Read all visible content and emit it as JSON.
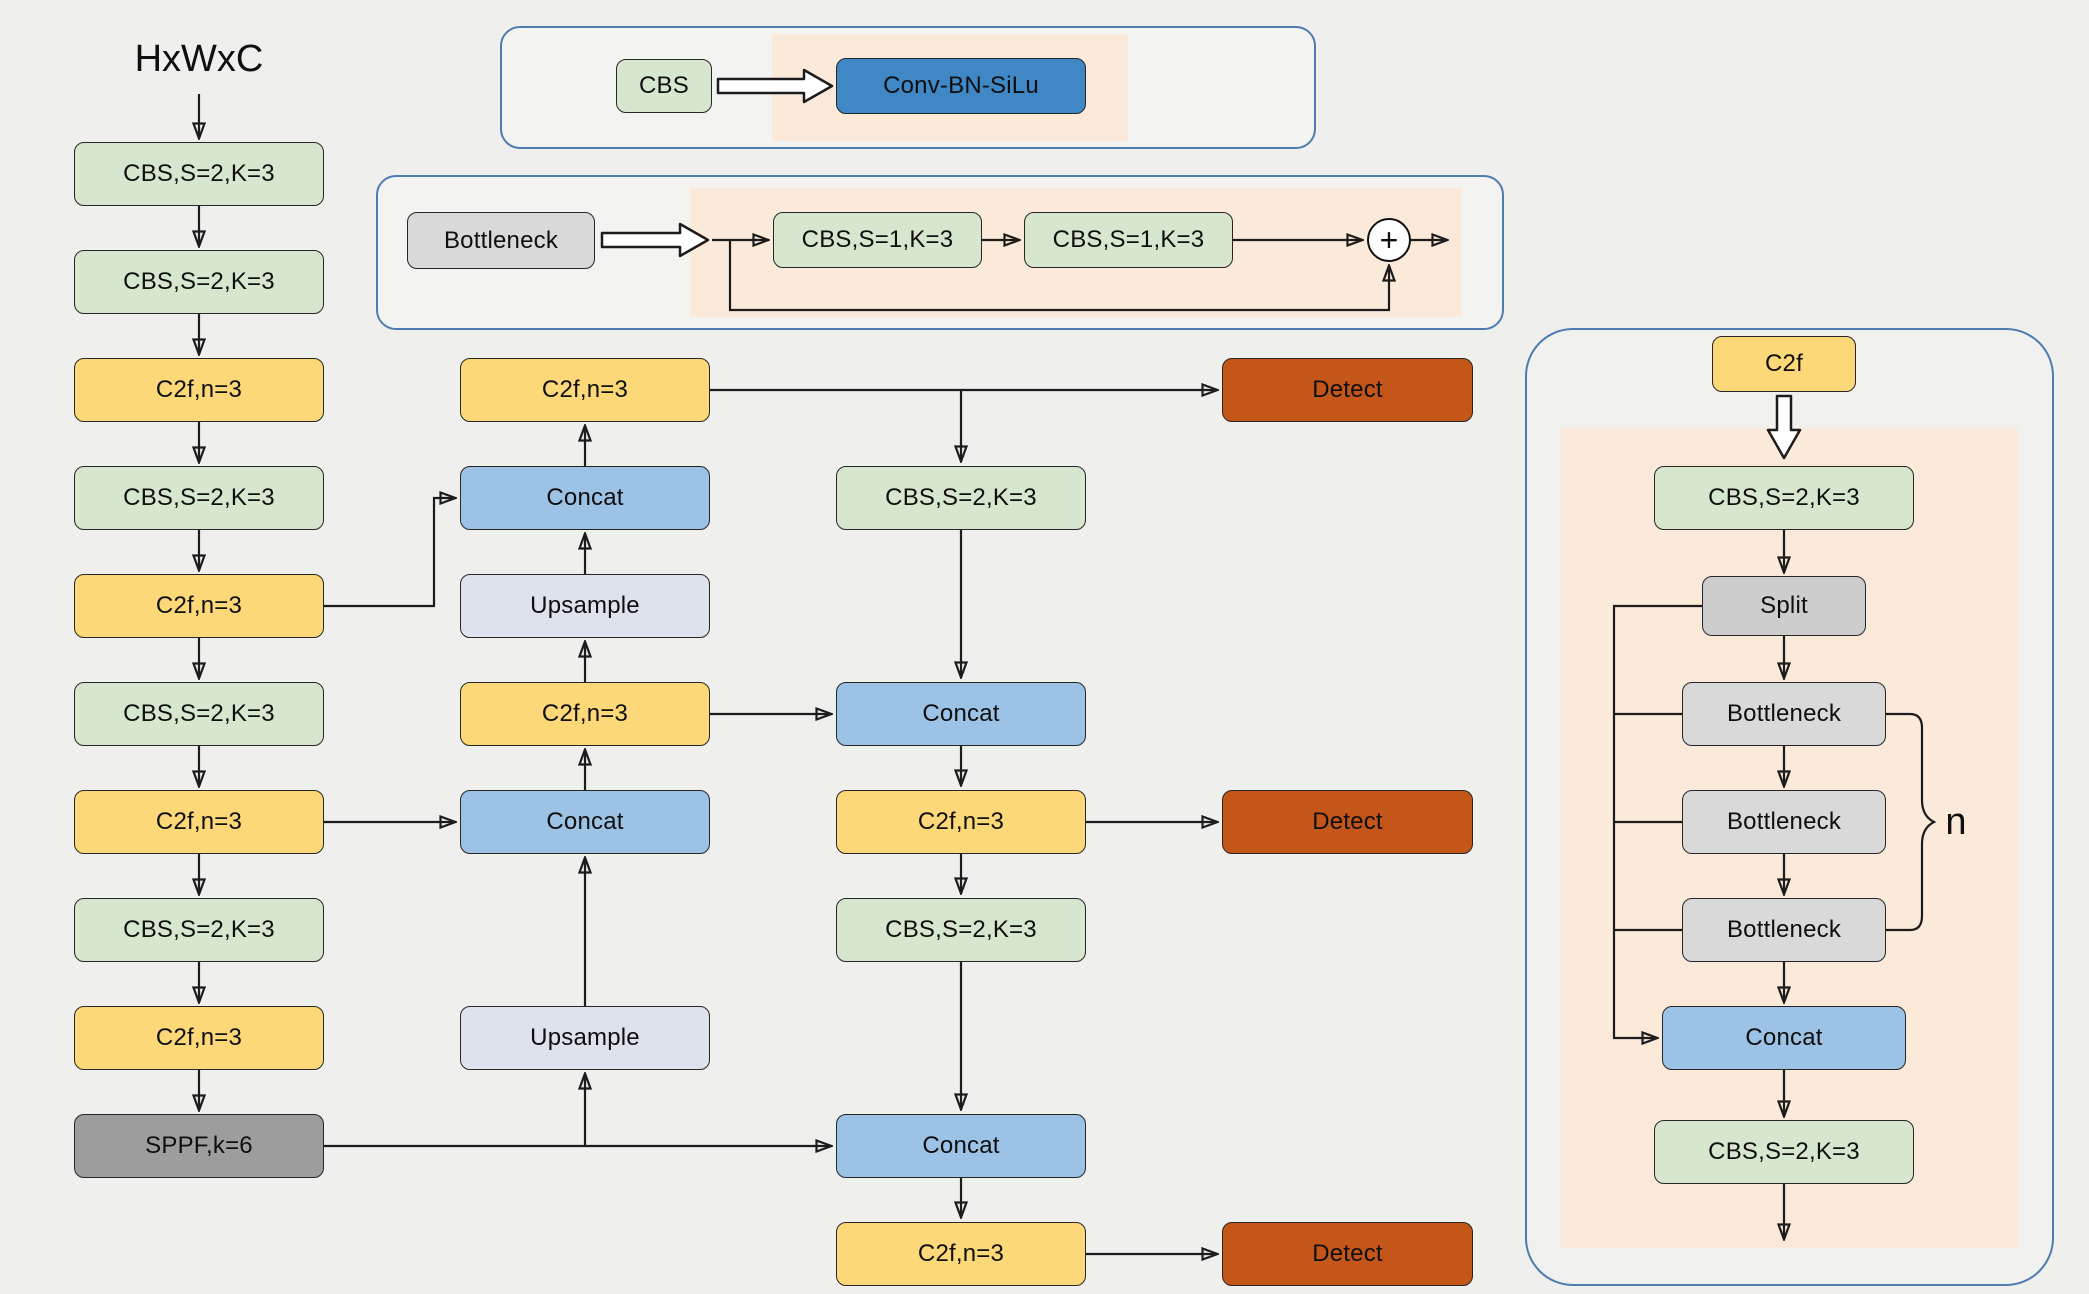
{
  "diagram": {
    "input_label": "HxWxC",
    "backbone": [
      "CBS,S=2,K=3",
      "CBS,S=2,K=3",
      "C2f,n=3",
      "CBS,S=2,K=3",
      "C2f,n=3",
      "CBS,S=2,K=3",
      "C2f,n=3",
      "CBS,S=2,K=3",
      "C2f,n=3",
      "SPPF,k=6"
    ],
    "neck_mid": [
      "C2f,n=3",
      "Concat",
      "Upsample",
      "C2f,n=3",
      "Concat",
      "Upsample"
    ],
    "neck_right": [
      "CBS,S=2,K=3",
      "Concat",
      "C2f,n=3",
      "CBS,S=2,K=3",
      "Concat",
      "C2f,n=3"
    ],
    "detect_heads": [
      "Detect",
      "Detect",
      "Detect"
    ]
  },
  "legend_cbs": {
    "source": "CBS",
    "expansion": "Conv-BN-SiLu"
  },
  "legend_bottleneck": {
    "source": "Bottleneck",
    "cbs_first": "CBS,S=1,K=3",
    "cbs_second": "CBS,S=1,K=3",
    "plus": "+"
  },
  "c2f_panel": {
    "title": "C2f",
    "cbs_top": "CBS,S=2,K=3",
    "split": "Split",
    "bottlenecks": [
      "Bottleneck",
      "Bottleneck",
      "Bottleneck"
    ],
    "concat": "Concat",
    "cbs_bottom": "CBS,S=2,K=3",
    "repeat_label": "n"
  },
  "colors": {
    "cbs_green": "#d7e7cf",
    "c2f_yellow": "#fcd879",
    "concat_blue": "#9cc2e5",
    "conv_blue": "#3f87c5",
    "detect_orange": "#c4561a",
    "bottleneck_gray": "#d9d9d9",
    "sppf_gray": "#9d9d9d",
    "upsample_gray": "#dde2ec",
    "legend_peach": "#fbe9d9",
    "panel_border_blue": "#4f7cb0"
  }
}
